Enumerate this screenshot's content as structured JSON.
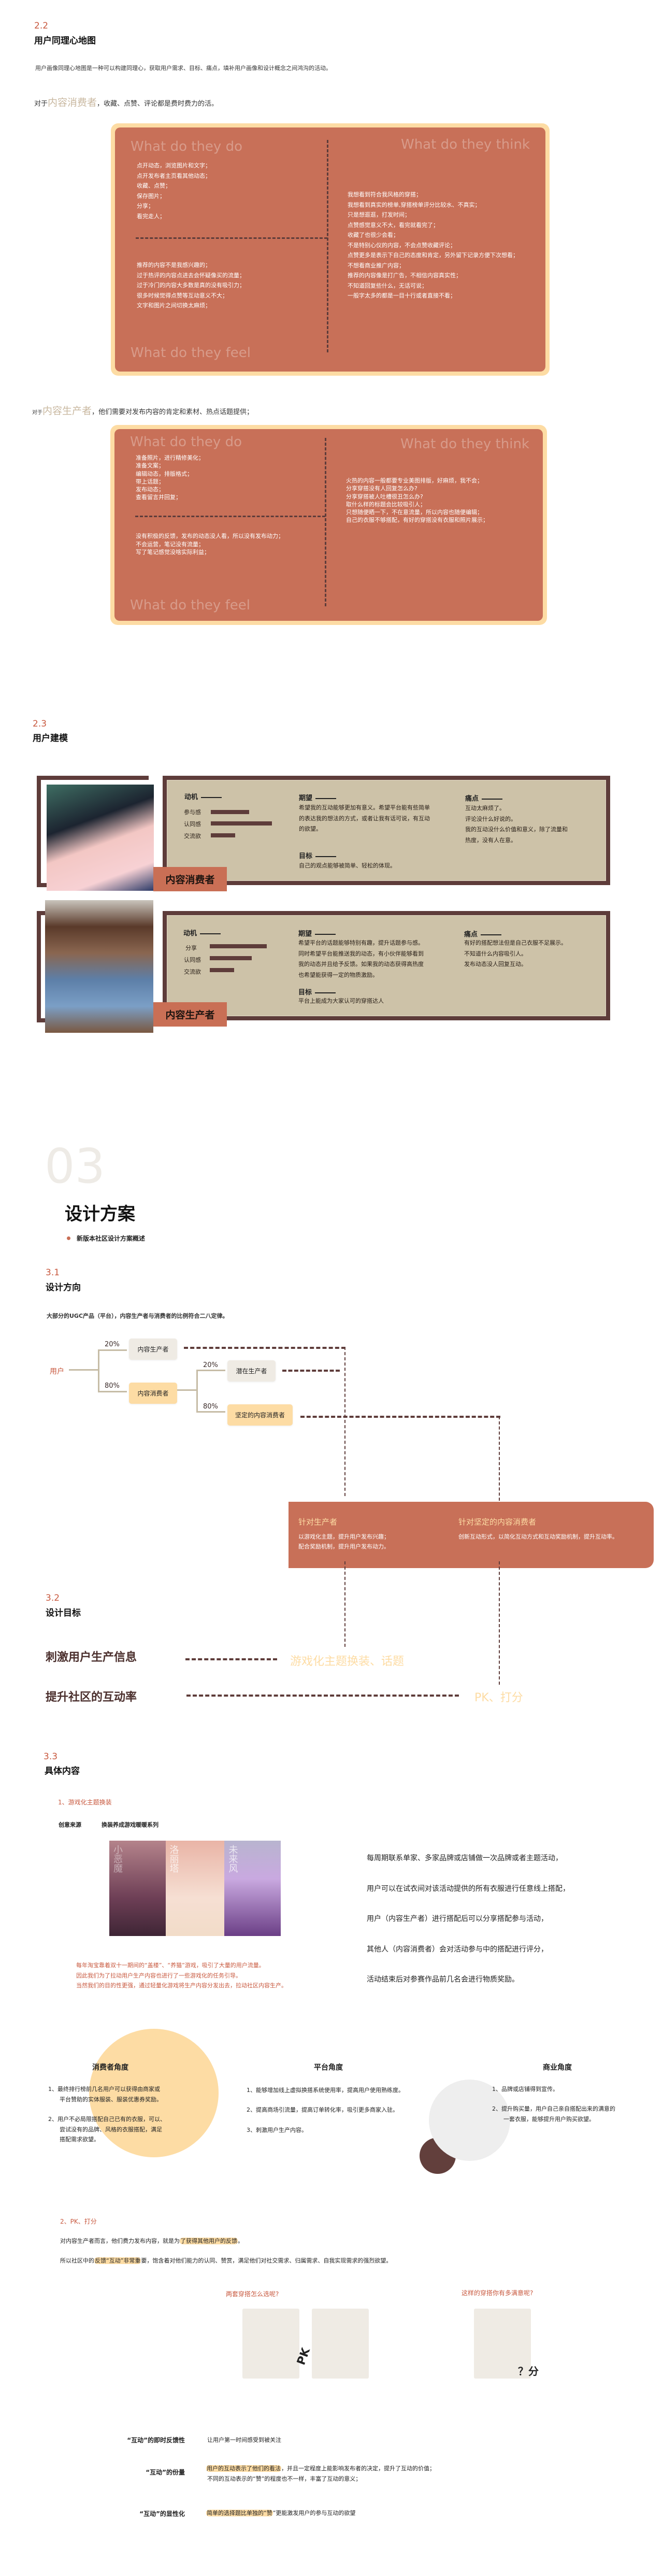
{
  "s22": {
    "num": "2.2",
    "title": "用户同理心地图",
    "desc": "用户画像同理心地图是一种可以构建同理心，获取用户需求、目标、痛点，填补用户画像和设计概念之间鸿沟的活动。",
    "consumer_intro": {
      "pre": "对于",
      "hl": "内容消费者",
      "post": "，收藏、点赞、评论都是费时费力的活。"
    },
    "producer_intro": {
      "pre": "对于",
      "hl": "内容生产者",
      "post": "，他们需要对发布内容的肯定和素材、热点话题提供；"
    },
    "titles": {
      "do": "What do they do",
      "think": "What do they think",
      "feel": "What do they feel"
    },
    "map_consumer": {
      "do": [
        "点开动态，浏览图片和文字；",
        "点开发布者主页看其他动态；",
        "收藏、点赞；",
        "保存图片；",
        "分享；",
        "看完走人；"
      ],
      "think": [
        "我想看到符合我风格的穿搭；",
        "我想看到真实的榜单,穿搭榜单评分比较水、不真实；",
        "只是想逛逛，打发时间；",
        "点赞感觉意义不大，看完就看完了；",
        "收藏了也很少会看；",
        "不是特别心仪的内容，不会点赞收藏评论；",
        "点赞更多是表示下自己的态度和肯定，另外留下记录方便下次想看；",
        "不想看商业推广内容；",
        "推荐的内容像是打广告，不相信内容真实性；",
        "不知道回复些什么，无话可说；",
        "一般字太多的都是一目十行或者直接不看；"
      ],
      "feel": [
        "推荐的内容不是我感兴趣的；",
        "过于热评的内容点进去会怀疑像买的流量；",
        "过于冷门的内容大多数是真的没有吸引力；",
        "很多时候觉得点赞等互动意义不大；",
        "文字和图片之间切换太麻烦；"
      ]
    },
    "map_producer": {
      "do": [
        "准备照片，进行精修美化；",
        "准备文案；",
        "编辑动态，排版格式；",
        "带上话题；",
        "发布动态；",
        "查看留言并回复；"
      ],
      "think": [
        "火热的内容一般都要专业美图排版，好麻烦，我不会；",
        "分享穿搭没有人回复怎么办?",
        "分享穿搭被人吐槽很丑怎么办?",
        "取什么样的标题会比较吸引人；",
        "只想随便晒一下，不在意流量，所以内容也随便编辑；",
        "自己的衣服不够搭配，有好的穿搭没有衣服和照片展示；"
      ],
      "feel": [
        "没有积极的反馈，发布的动态没人看，所以没有发布动力；",
        "不会运营，笔记没有流量；",
        "写了笔记感觉没啥实际利益；"
      ]
    }
  },
  "s23": {
    "num": "2.3",
    "title": "用户建模",
    "cards": [
      {
        "tag": "内容消费者",
        "motive_h": "动机",
        "expect_h": "期望",
        "goal_h": "目标",
        "pain_h": "痛点",
        "motives": [
          {
            "label": "参与感",
            "level": 0.5
          },
          {
            "label": "认同感",
            "level": 0.8
          },
          {
            "label": "交流欲",
            "level": 0.32
          }
        ],
        "expect": [
          "希望我的互动能够更加有意义。希望平台能有些简单",
          "的表达我的想法的方式，或者让我有话可说，有互动",
          "的欲望。"
        ],
        "goal": [
          "自己的观点能够被简单、轻松的体现。"
        ],
        "pain": [
          "互动太麻烦了。",
          "评论没什么好说的。",
          "我的互动没什么价值和意义，除了流量和",
          "热度，没有人在意。"
        ]
      },
      {
        "tag": "内容生产者",
        "motive_h": "动机",
        "expect_h": "期望",
        "goal_h": "目标",
        "pain_h": "痛点",
        "motives": [
          {
            "label": "分享",
            "level": 0.74
          },
          {
            "label": "认同感",
            "level": 0.55
          },
          {
            "label": "交流欲",
            "level": 0.32
          }
        ],
        "expect": [
          "希望平台的话题能够特别有趣，提升话题参与感。",
          "同时希望平台能推送我的动态，有小伙伴能够看到",
          "我的动态并且给予反馈。如果我的动态获得高热度",
          "也希望能获得一定的物质激励。"
        ],
        "goal": [
          "平台上能成为大家认可的穿搭达人"
        ],
        "pain": [
          "有好的搭配想法但是自己衣服不足展示。",
          "不知道什么内容吸引人。",
          "发布动态没人回复互动。"
        ]
      }
    ]
  },
  "s3": {
    "num": "03",
    "title": "设计方案",
    "bullet": "新版本社区设计方案概述",
    "bullet_color": "#c96f55"
  },
  "s31": {
    "num": "3.1",
    "title": "设计方向",
    "desc": "大部分的UGC产品（平台），内容生产者与消费者的比例符合二八定律。",
    "root": "用户",
    "n_producer": "内容生产者",
    "n_consumer": "内容消费者",
    "n_potential": "潜在生产者",
    "n_loyal": "坚定的内容消费者",
    "p1": "20%",
    "p2": "80%",
    "p3": "20%",
    "p4": "80%",
    "box": {
      "left_title": "针对生产者",
      "left_lines": [
        "以游戏化主题，提升用户发布兴趣；",
        "配合奖励机制，提升用户发布动力。"
      ],
      "right_title": "针对坚定的内容消费者",
      "right_lines": [
        "创新互动形式，以简化互动方式和互动奖励机制，提升互动率。"
      ]
    }
  },
  "s32": {
    "num": "3.2",
    "title": "设计目标",
    "goal1": "刺激用户生产信息",
    "tag1": "游戏化主题换装、话题",
    "goal2": "提升社区的互动率",
    "tag2": "PK、打分"
  },
  "s33": {
    "num": "3.3",
    "title": "具体内容",
    "sub1": "1、游戏化主题换装",
    "source_label": "创意来源",
    "source_value": "换装养成游戏暖暖系列",
    "panels": [
      "小恶魔",
      "洛丽塔",
      "未来风"
    ],
    "steps": [
      "每周期联系单家、多家品牌或店铺做一次品牌或者主题活动，",
      "用户可以在试衣间对该活动提供的所有衣服进行任意线上搭配，",
      "用户（内容生产者）进行搭配后可以分享搭配参与活动，",
      "其他人（内容消费者）会对活动参与中的搭配进行评分，",
      "活动结束后对参赛作品前几名会进行物质奖励。"
    ],
    "reason": [
      "每年淘宝靠着双十一期间的“盖楼”、“养猫”游戏，吸引了大量的用户流量。",
      "因此我们为了拉动用户生产内容也进行了一些游戏化的任务引导。",
      "当然我们的目的性更强，通过轻量化游戏将生产内容分发出去，拉动社区内容生产。"
    ],
    "angles": [
      {
        "title": "消费者角度",
        "items": [
          [
            "1、最终排行榜前几名用户可以获得由商家或",
            "平台赞助的实体服装、服装优惠券奖励。"
          ],
          [
            "2、用户不必局限搭配自己已有的衣服，可以、",
            "尝试没有的品牌、风格的衣服搭配，满足",
            "搭配需求欲望。"
          ]
        ]
      },
      {
        "title": "平台角度",
        "items": [
          [
            "1、能够增加线上虚拟换搭系统使用率，提高用户使用熟练度。"
          ],
          [
            "2、提高商场引流量，提高订单转化率，吸引更多商家入驻。"
          ],
          [
            "3、刺激用户生产内容。"
          ]
        ]
      },
      {
        "title": "商业角度",
        "items": [
          [
            "1、品牌或店铺得到宣传。"
          ],
          [
            "2、提升购买量，用户自己亲自搭配出来的满意的",
            "一套衣服，能够提升用户购买欲望。"
          ]
        ]
      }
    ],
    "sub2": "2、PK、打分",
    "pk_line1": {
      "pre": "对内容生产者而言，他们费力发布内容，就是为",
      "hl": "了获得其他用户的反馈",
      "post": "。"
    },
    "pk_line2": {
      "pre": "所以社区中的",
      "hl": "反馈“互动”非常重",
      "post": "要，饱含着对他们能力的认同、赞赏，满足他们对社交需求、归属需求、自我实现需求的强烈欲望。"
    },
    "q_pk": "两套穿搭怎么选呢?",
    "q_score": "这样的穿搭你有多满意呢?",
    "pk_mark": "PK",
    "score_mark": "？分",
    "rows": [
      {
        "label": "“互动”的即时反馈性",
        "lines": [
          {
            "hl": "",
            "text": "让用户第一时间感受到被关注"
          }
        ]
      },
      {
        "label": "“互动”的份量",
        "lines": [
          {
            "hl": "用户的互动表示了他们的看法",
            "text": "，并且一定程度上能影响发布者的决定，提升了互动的价值；"
          },
          {
            "hl": "",
            "text": "不同的互动表示的“赞”的程度也不一样，丰富了互动的意义；"
          }
        ]
      },
      {
        "label": "“互动”的显性化",
        "lines": [
          {
            "hl": "简单的选择题比单独的“赞",
            "text": "”更能激发用户的参与互动的欲望"
          }
        ]
      }
    ]
  },
  "colors": {
    "accent": "#c8583e",
    "terracotta": "#c87058",
    "brown": "#5e3c3a",
    "beige": "#cdc2a8",
    "cream": "#fddca4",
    "light": "#efebe4"
  }
}
